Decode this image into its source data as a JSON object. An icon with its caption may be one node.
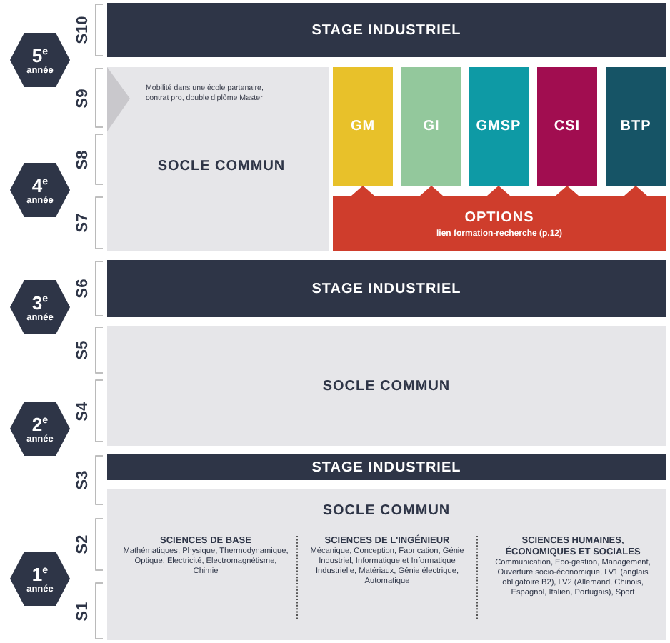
{
  "diagram": {
    "nodes": [
      {
        "text": [
          "STAGE INDUSTRIEL"
        ]
      },
      {
        "text": [
          "5$^{e}$",
          "année"
        ]
      },
      {
        "text": [
          "Mobilité dans une école partenaire, contrat pro, double diplôme Master",
          "SOCLE COMMUN"
        ]
      },
      {
        "text": [
          "GM"
        ]
      },
      {
        "text": [
          "GI"
        ]
      },
      {
        "text": [
          "GMSP"
        ]
      },
      {
        "text": [
          "CSI"
        ]
      },
      {
        "text": [
          "BTP"
        ]
      },
      {
        "text": [
          "OPTIONS",
          "lien formation-recherche (p.12)"
        ]
      },
      {
        "text": [
          "4$^{e}$",
          "année"
        ]
      },
      {
        "text": [
          "STAGE INDUSTRIEL"
        ]
      },
      {
        "text": [
          "3$^{e}$",
          "année"
        ]
      },
      {
        "text": [
          "SOCLE COMMUN"
        ]
      },
      {
        "text": [
          "2$^{e}$",
          "année"
        ]
      },
      {
        "text": [
          "STAGE INDUSTRIEL"
        ]
      },
      {
        "text": [
          "SOCLE COMMUN",
          "SCIENCES DE BASE",
          "Mathématiques, Physique, Thermodynamique, Optique, Electricité, Electromagnétisme, Chimie",
          "SCIENCES DE L'INGÉNIEUR",
          "Mécanique, Conception, Fabrication, Génie Industriel, Informatique et Informatique Industrielle, Matériaux, Génie électrique, Automatique",
          "SCIENCES HUMAINES, ÉCONOMIQUES ET SOCIALES",
          "Communication, Eco-gestion, Management, Ouverture socio-économique, LV1 (anglais obligatoire B2), LV2 (Allemand, Chinois, Espagnol, Italien, Portugais), Sport"
        ]
      },
      {
        "text": [
          "1$^{e}$",
          "année"
        ]
      }
    ],
    "edges": [
      {
        "from": 8,
        "to": 3,
        "arrow": "to"
      },
      {
        "from": 8,
        "to": 4,
        "arrow": "to"
      },
      {
        "from": 8,
        "to": 5,
        "arrow": "to"
      },
      {
        "from": 8,
        "to": 6,
        "arrow": "to"
      },
      {
        "from": 8,
        "to": 7,
        "arrow": "to"
      }
    ],
    "labels": [
      "S10",
      "S9",
      "S8",
      "S7",
      "S6",
      "S5",
      "S4",
      "S3",
      "S2",
      "S1"
    ]
  }
}
